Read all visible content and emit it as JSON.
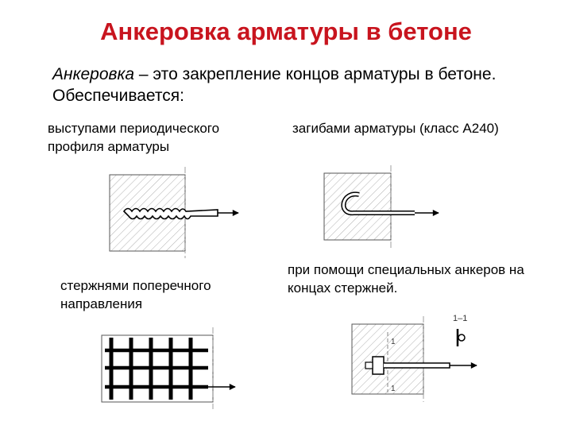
{
  "slide": {
    "title": "Анкеровка арматуры в бетоне",
    "intro_term": "Анкеровка",
    "intro_rest": " – это закрепление концов арматуры в бетоне. Обеспечивается:"
  },
  "methods": [
    {
      "caption": "выступами периодического профиля арматуры"
    },
    {
      "caption": "загибами арматуры (класс А240)"
    },
    {
      "caption": "стержнями поперечного направления"
    },
    {
      "caption": "при помощи специальных анкеров на концах стержней."
    }
  ],
  "figures": {
    "section_label": "1–1",
    "cut_mark": "1"
  },
  "colors": {
    "title": "#c8141e",
    "line": "#555555"
  }
}
